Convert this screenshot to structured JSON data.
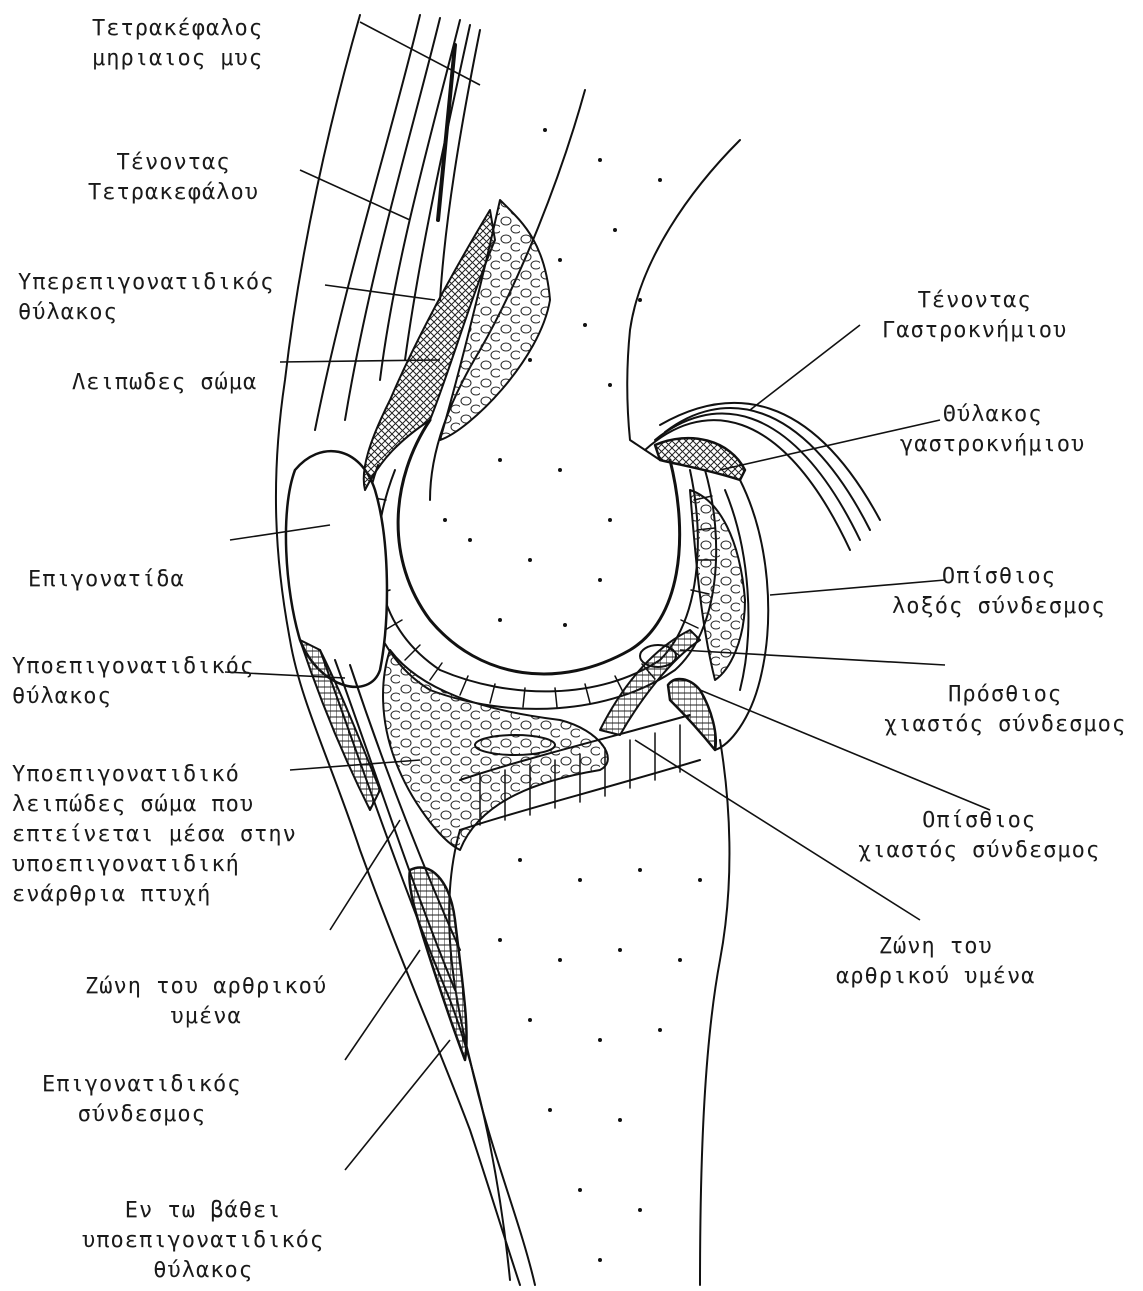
{
  "diagram": {
    "labels": {
      "quadriceps_muscle": [
        "Τετρακέφαλος",
        "μηριαιος μυς"
      ],
      "quadriceps_tendon": [
        "Τένοντας",
        "Τετρακεφάλου"
      ],
      "suprapatellar_bursa": [
        "Υπερεπιγονατιδικός",
        "θύλακος"
      ],
      "fat_body": "Λειπωδες σώμα",
      "patella": "Επιγονατίδα",
      "subpatellar_bursa": [
        "Υποεπιγονατιδικός",
        "θύλακος"
      ],
      "infrapatellar_fat_pad": [
        "Υποεπιγονατιδικό",
        "λειπώδες σώμα που",
        "επτείνεται μέσα στην",
        "υποεπιγονατιδική",
        "ενάρθρια πτυχή"
      ],
      "synovial_zone_left": [
        "Ζώνη του αρθρικού",
        "υμένα"
      ],
      "patellar_ligament": [
        "Επιγονατιδικός",
        "σύνδεσμος"
      ],
      "deep_infrapatellar_bursa": [
        "Εν τω βάθει",
        "υποεπιγονατιδικός",
        "θύλακος"
      ],
      "gastrocnemius_tendon": [
        "Τένοντας",
        "Γαστροκνήμιου"
      ],
      "gastrocnemius_bursa": [
        "Θύλακος",
        "γαστροκνήμιου"
      ],
      "posterior_oblique_ligament": [
        "Οπίσθιος",
        "λοξός σύνδεσμος"
      ],
      "anterior_cruciate_ligament": [
        "Πρόσθιος",
        "χιαστός σύνδεσμος"
      ],
      "posterior_cruciate_ligament": [
        "Οπίσθιος",
        "χιαστός σύνδεσμος"
      ],
      "synovial_zone_right": [
        "Ζώνη του",
        "αρθρικού υμένα"
      ]
    }
  }
}
